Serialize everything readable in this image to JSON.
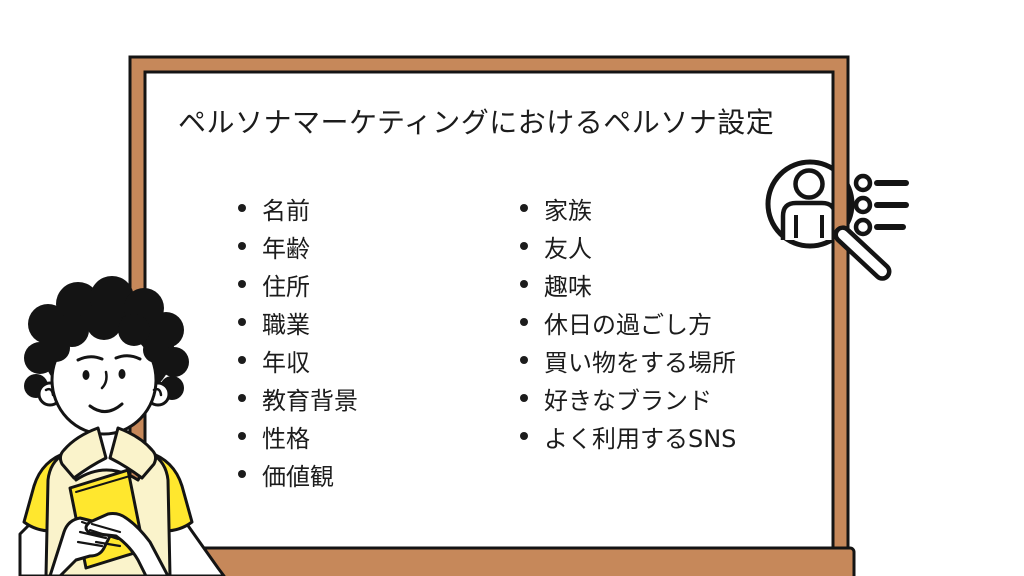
{
  "slide": {
    "title": "ペルソナマーケティングにおけるペルソナ設定",
    "left_list": [
      "名前",
      "年齢",
      "住所",
      "職業",
      "年収",
      "教育背景",
      "性格",
      "価値観"
    ],
    "right_list": [
      "家族",
      "友人",
      "趣味",
      "休日の過ごし方",
      "買い物をする場所",
      "好きなブランド",
      "よく利用するSNS"
    ]
  },
  "icons": {
    "magnifier_persona": "magnifying glass over a person silhouette",
    "checklist": "three bullet rows with lines"
  },
  "illustration": {
    "person": "smiling man with curly black hair in a yellow shirt and cream vest holding a yellow notebook",
    "board": "whiteboard with brown wooden frame and bottom tray"
  },
  "colors": {
    "background": "#FFFFFF",
    "frame_brown": "#C6885A",
    "line_black": "#141414",
    "bright_yellow": "#FFE72E",
    "pale_yellow": "#FAF3CB",
    "text": "#1C1C1C"
  }
}
